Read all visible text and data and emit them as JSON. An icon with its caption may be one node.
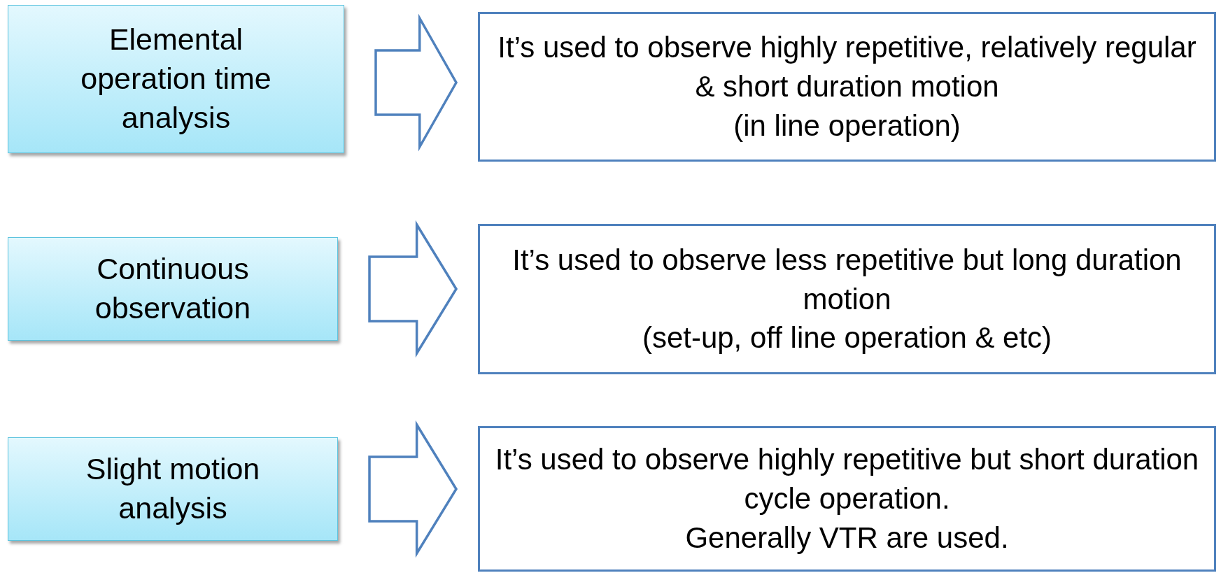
{
  "diagram": {
    "nodes": [
      {
        "text": [
          "Elemental operation time analysis"
        ]
      },
      {
        "text": [
          "It’s used to observe highly repetitive, relatively regular & short duration motion",
          "(in line operation)"
        ]
      },
      {
        "text": [
          "Continuous observation"
        ]
      },
      {
        "text": [
          "It’s used to observe less repetitive but long duration motion",
          "(set-up, off line operation & etc)"
        ]
      },
      {
        "text": [
          "Slight motion analysis"
        ]
      },
      {
        "text": [
          "It’s used to observe highly repetitive but short duration cycle operation.",
          "Generally VTR are used."
        ]
      }
    ],
    "edges": [
      {
        "from": 0,
        "to": 1,
        "arrow": "to"
      },
      {
        "from": 2,
        "to": 3,
        "arrow": "to"
      },
      {
        "from": 4,
        "to": 5,
        "arrow": "to"
      }
    ]
  }
}
